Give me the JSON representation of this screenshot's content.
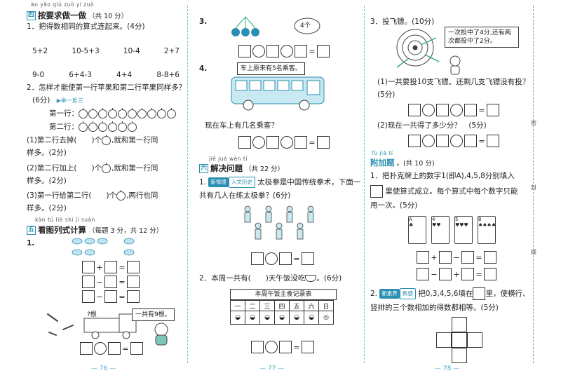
{
  "left": {
    "sec4_pinyin": "àn yāo qiú zuò yi zuò",
    "sec4_num": "四",
    "sec4_title": "按要求做一做",
    "sec4_pts": "（共 10 分）",
    "q1": "1．把得数相同的算式连起来。(4分)",
    "exprs_row1": [
      "5+2",
      "10-5+3",
      "10-4",
      "2+7"
    ],
    "exprs_row2": [
      "9-0",
      "6+4-3",
      "4+4",
      "8-8+6"
    ],
    "q2": "2．怎样才能使第一行苹果和第二行苹果同样多？",
    "q2_pts": "(6分)",
    "q2_tag": "▶举一反三",
    "row1_label": "第一行：",
    "row2_label": "第二行：",
    "sub1a": "(1)第二行去掉(　　)个",
    "sub1b": ",就和第一行同",
    "sub1c": "样多。(2分)",
    "sub2a": "(2)第二行加上(　　)个",
    "sub2b": ",就和第一行同",
    "sub2c": "样多。(2分)",
    "sub3a": "(3)第一行给第二行(　　)个",
    "sub3b": ",两行也同",
    "sub3c": "样多。(2分)",
    "sec5_pinyin": "kàn tú liè shì jì suàn",
    "sec5_num": "五",
    "sec5_title": "看图列式计算",
    "sec5_pts": "（每题 3 分，共 12 分）",
    "q5_1": "1.",
    "truck_q": "?根",
    "dog_bubble": "一共有9根。",
    "page": "— 76 —"
  },
  "middle": {
    "q3": "3.",
    "leaf_label": "4个",
    "q4": "4.",
    "bus_bubble": "车上原来有5名乘客。",
    "bus_q": "现在车上有几名乘客？",
    "sec6_pinyin": "jiě jué wèn tí",
    "sec6_num": "六",
    "sec6_title": "解决问题",
    "sec6_pts": "（共 22 分）",
    "q6_1_tag1": "新情境",
    "q6_1_tag2": "人文历史",
    "q6_1_text": "太极拳是中国传统拳术，下面一",
    "q6_1_text2": "共有几人在练太极拳？(6分)",
    "q6_2": "2．本周一共有(　　)天午饭没吃",
    "q6_2_pts": "。(6分)",
    "table_title": "本周午饭主食记录表",
    "days": [
      "一",
      "二",
      "三",
      "四",
      "五",
      "六",
      "日"
    ],
    "page": "— 77 —"
  },
  "right": {
    "q3": "3．投飞镖。(10分)",
    "bubble": "一次投中了4分,还有两次都投中了2分。",
    "sub1": "(1)一共要投10支飞镖。还剩几支飞镖没有投？",
    "sub1_pts": "(5分)",
    "sub2": "(2)现在一共得了多少分？　(5分)",
    "fu_pinyin": "fù jiā tí",
    "fu_title": "附加题",
    "fu_pts": "。(共 10 分)",
    "fq1a": "1．把扑克牌上的数字1(即A),4,5,8分别填入",
    "fq1b": "里使算式成立。每个算式中每个数字只能",
    "fq1c": "用一次。(5分)",
    "cards": [
      "A",
      "4",
      "5",
      "8"
    ],
    "fq2_tag1": "新素养",
    "fq2_tag2": "数感",
    "fq2a": "把0,3,4,5,6填在",
    "fq2b": "里，使横行、",
    "fq2c": "竖排的三个数相加的得数都相等。(5分)",
    "side_labels": [
      "密",
      "封",
      "线"
    ],
    "page": "— 78 —"
  }
}
